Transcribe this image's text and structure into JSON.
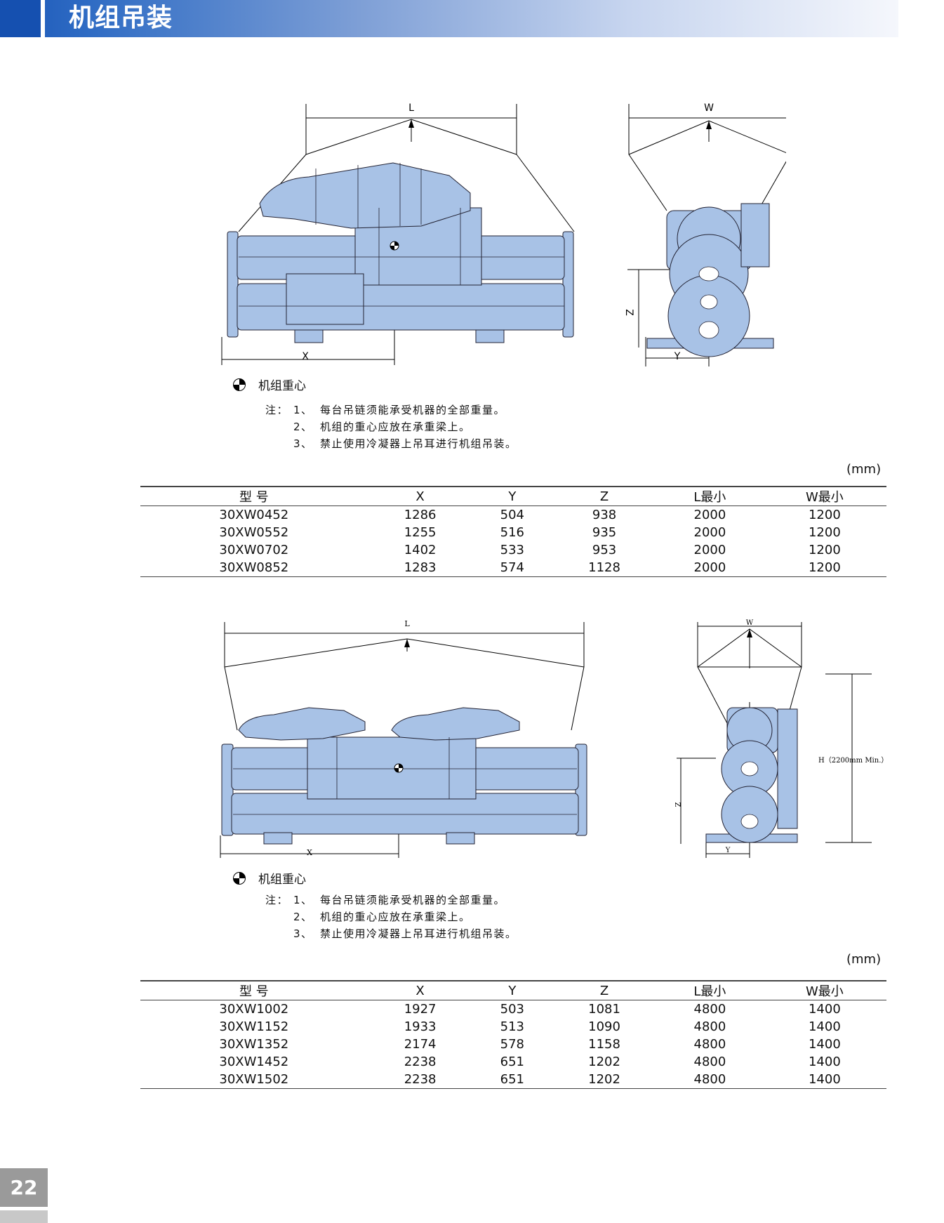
{
  "page": {
    "title": "机组吊装",
    "page_number": "22"
  },
  "section1": {
    "diagram": {
      "front": {
        "L": "L",
        "X": "X"
      },
      "side": {
        "W": "W",
        "Z": "Z",
        "Y": "Y"
      }
    },
    "legend": "机组重心",
    "notes": {
      "label": "注：",
      "items": [
        {
          "num": "1、",
          "text": "每台吊链须能承受机器的全部重量。"
        },
        {
          "num": "2、",
          "text": "机组的重心应放在承重梁上。"
        },
        {
          "num": "3、",
          "text": "禁止使用冷凝器上吊耳进行机组吊装。"
        }
      ]
    },
    "unit": "(mm)",
    "table": {
      "headers": [
        "型 号",
        "X",
        "Y",
        "Z",
        "L最小",
        "W最小"
      ],
      "rows": [
        [
          "30XW0452",
          "1286",
          "504",
          "938",
          "2000",
          "1200"
        ],
        [
          "30XW0552",
          "1255",
          "516",
          "935",
          "2000",
          "1200"
        ],
        [
          "30XW0702",
          "1402",
          "533",
          "953",
          "2000",
          "1200"
        ],
        [
          "30XW0852",
          "1283",
          "574",
          "1128",
          "2000",
          "1200"
        ]
      ]
    }
  },
  "section2": {
    "diagram": {
      "front": {
        "L": "L",
        "X": "X"
      },
      "side": {
        "W": "W",
        "Z": "Z",
        "Y": "Y",
        "H": "H（2200mm Min.）"
      }
    },
    "legend": "机组重心",
    "notes": {
      "label": "注：",
      "items": [
        {
          "num": "1、",
          "text": "每台吊链须能承受机器的全部重量。"
        },
        {
          "num": "2、",
          "text": "机组的重心应放在承重梁上。"
        },
        {
          "num": "3、",
          "text": "禁止使用冷凝器上吊耳进行机组吊装。"
        }
      ]
    },
    "unit": "(mm)",
    "table": {
      "headers": [
        "型 号",
        "X",
        "Y",
        "Z",
        "L最小",
        "W最小"
      ],
      "rows": [
        [
          "30XW1002",
          "1927",
          "503",
          "1081",
          "4800",
          "1400"
        ],
        [
          "30XW1152",
          "1933",
          "513",
          "1090",
          "4800",
          "1400"
        ],
        [
          "30XW1352",
          "2174",
          "578",
          "1158",
          "4800",
          "1400"
        ],
        [
          "30XW1452",
          "2238",
          "651",
          "1202",
          "4800",
          "1400"
        ],
        [
          "30XW1502",
          "2238",
          "651",
          "1202",
          "4800",
          "1400"
        ]
      ]
    }
  }
}
